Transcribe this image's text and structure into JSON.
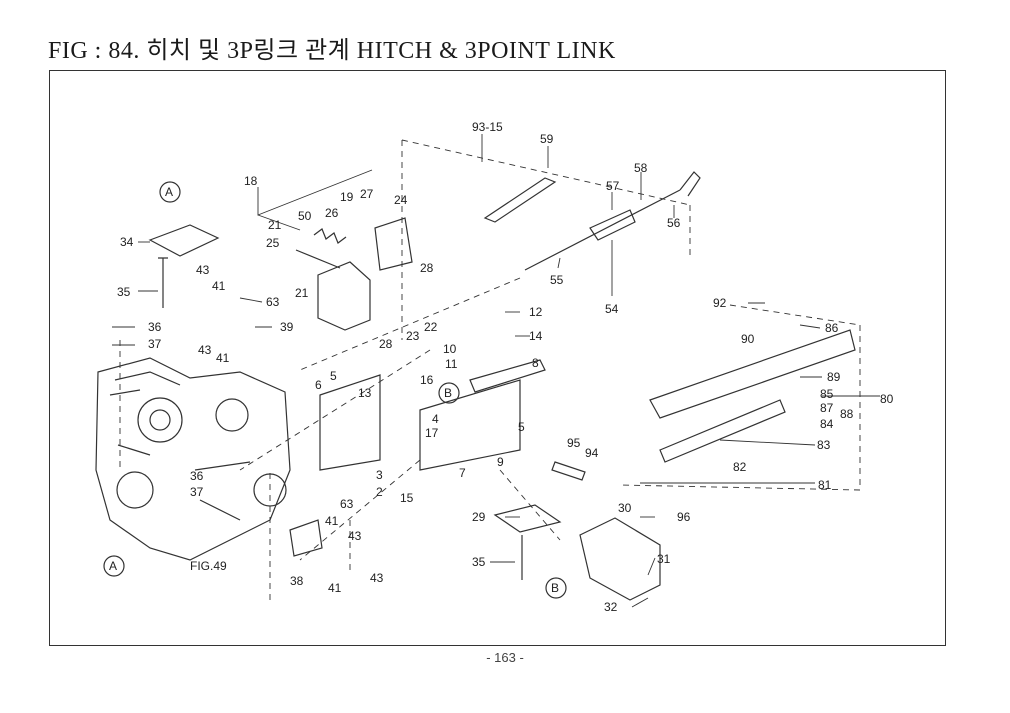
{
  "page": {
    "title": "FIG : 84. 히치 및 3P링크 관계 HITCH & 3POINT LINK",
    "page_number": "- 163 -"
  },
  "diagram": {
    "refs": {
      "A": "A",
      "B": "B",
      "fig49": "FIG.49"
    },
    "labels": {
      "p93_15": "93-15",
      "p59": "59",
      "p57": "57",
      "p58": "58",
      "p56": "56",
      "p55": "55",
      "p54": "54",
      "p18": "18",
      "p19": "19",
      "p27": "27",
      "p24": "24",
      "p26": "26",
      "p50": "50",
      "p21a": "21",
      "p25": "25",
      "p28a": "28",
      "p21b": "21",
      "p23": "23",
      "p22": "22",
      "p28b": "28",
      "p12": "12",
      "p14": "14",
      "p10": "10",
      "p11": "11",
      "p8": "8",
      "p34": "34",
      "p35a": "35",
      "p43a": "43",
      "p41a": "41",
      "p63a": "63",
      "p36a": "36",
      "p37a": "37",
      "p39": "39",
      "p43b": "43",
      "p41b": "41",
      "p5a": "5",
      "p6": "6",
      "p13": "13",
      "p16": "16",
      "p4": "4",
      "p17": "17",
      "p5b": "5",
      "p9": "9",
      "p7": "7",
      "p3": "3",
      "p2": "2",
      "p15": "15",
      "p36b": "36",
      "p37b": "37",
      "p63b": "63",
      "p41c": "41",
      "p43c": "43",
      "p38": "38",
      "p41d": "41",
      "p43d": "43",
      "p29": "29",
      "p35b": "35",
      "p95": "95",
      "p94": "94",
      "p30": "30",
      "p96": "96",
      "p31": "31",
      "p32": "32",
      "p92": "92",
      "p90": "90",
      "p86": "86",
      "p89": "89",
      "p85": "85",
      "p87": "87",
      "p88": "88",
      "p80": "80",
      "p84": "84",
      "p83": "83",
      "p82": "82",
      "p81": "81"
    }
  }
}
